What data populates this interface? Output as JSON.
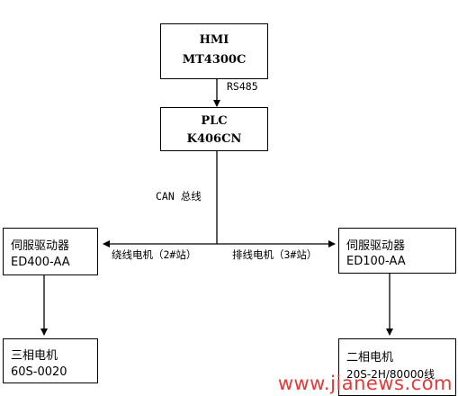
{
  "hmi": {
    "line1": "HMI",
    "line2": "MT4300C"
  },
  "plc": {
    "line1": "PLC",
    "line2": "K406CN"
  },
  "link_hmi_plc": "RS485",
  "bus": "CAN 总线",
  "left_branch_label": "绕线电机（2#站）",
  "right_branch_label": "排线电机（3#站）",
  "left_driver": {
    "line1": "伺服驱动器",
    "line2": "ED400-AA"
  },
  "right_driver": {
    "line1": "伺服驱动器",
    "line2": "ED100-AA"
  },
  "left_motor": {
    "line1": "三相电机",
    "line2": "60S-0020"
  },
  "right_motor": {
    "line1": "二相电机",
    "line2": "20S-2H/80000线"
  },
  "watermark": "www.jianews.com"
}
